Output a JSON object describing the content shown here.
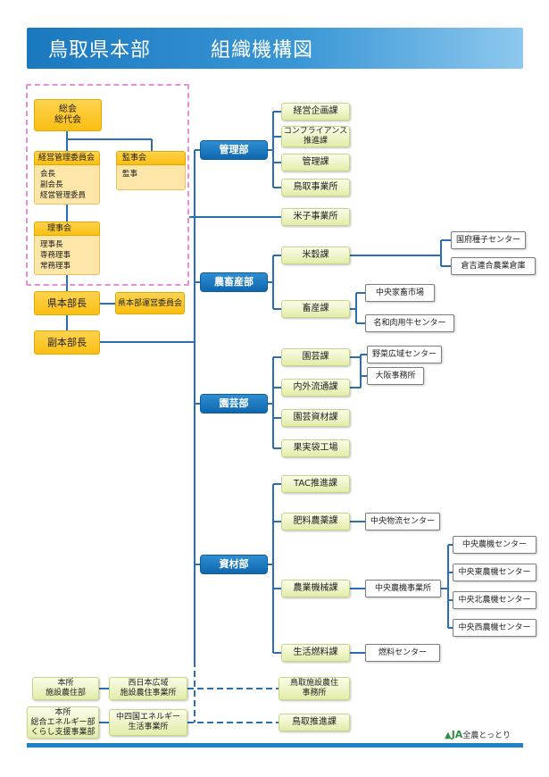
{
  "title": {
    "left": "鳥取県本部",
    "right": "組織機構図"
  },
  "governance": {
    "general_meeting": [
      "総会",
      "総代会"
    ],
    "management_committee": {
      "title": "経営管理委員会",
      "members": [
        "会長",
        "副会長",
        "経営管理委員"
      ]
    },
    "audit_board": {
      "title": "監事会",
      "members": [
        "監事"
      ]
    },
    "board": {
      "title": "理事会",
      "members": [
        "理事長",
        "専務理事",
        "常務理事"
      ]
    },
    "head": "県本部長",
    "committee": "県本部運営委員会",
    "deputy": "副本部長"
  },
  "departments": {
    "kanri": "管理部",
    "chikusan": "農畜産部",
    "engei": "園芸部",
    "shizai": "資材部"
  },
  "sections": {
    "keiei_kikaku": "経営企画課",
    "compliance": "コンプライアンス\n推進課",
    "kanri_ka": "管理課",
    "tottori_jigyosho": "鳥取事業所",
    "yonago": "米子事業所",
    "beikoku": "米穀課",
    "chikusan_ka": "畜産課",
    "engei_ka": "園芸課",
    "naigai": "内外流通課",
    "engei_shizai": "園芸資材課",
    "kajitsu": "果実袋工場",
    "tac": "TAC推進課",
    "hiryo": "肥料農薬課",
    "nogyo_kikai": "農業機械課",
    "seikatsu": "生活燃料課",
    "tottori_shisetsu": "鳥取施設農住\n事務所",
    "tottori_suishin": "鳥取推進課"
  },
  "units": {
    "shushi": "国府種子センター",
    "kurayoshi_soko": "倉吉連合農業倉庫",
    "chuo_kachiku": "中央家畜市場",
    "nawa_niku": "名和肉用牛センター",
    "yasai": "野菜広域センター",
    "osaka": "大阪事務所",
    "chuo_butsuryu": "中央物流センター",
    "chuo_kikai_jigyo": "中央農機事業所",
    "nenryo": "燃料センター",
    "chuo_noki": "中央農機センター",
    "chuo_higashi": "中央東農機センター",
    "chuo_kita": "中央北農機センター",
    "chuo_nishi": "中央西農機センター"
  },
  "branches": {
    "honsho_shisetsu": "本所\n施設農住部",
    "nishinihon": "西日本広域\n施設農住事業所",
    "honsho_energy": "本所\n総合エネルギー部\nくらし支援事業部",
    "chushikoku": "中四国エネルギー\n生活事業所"
  },
  "logo": {
    "mark": "JA",
    "text": "全農とっとり"
  }
}
